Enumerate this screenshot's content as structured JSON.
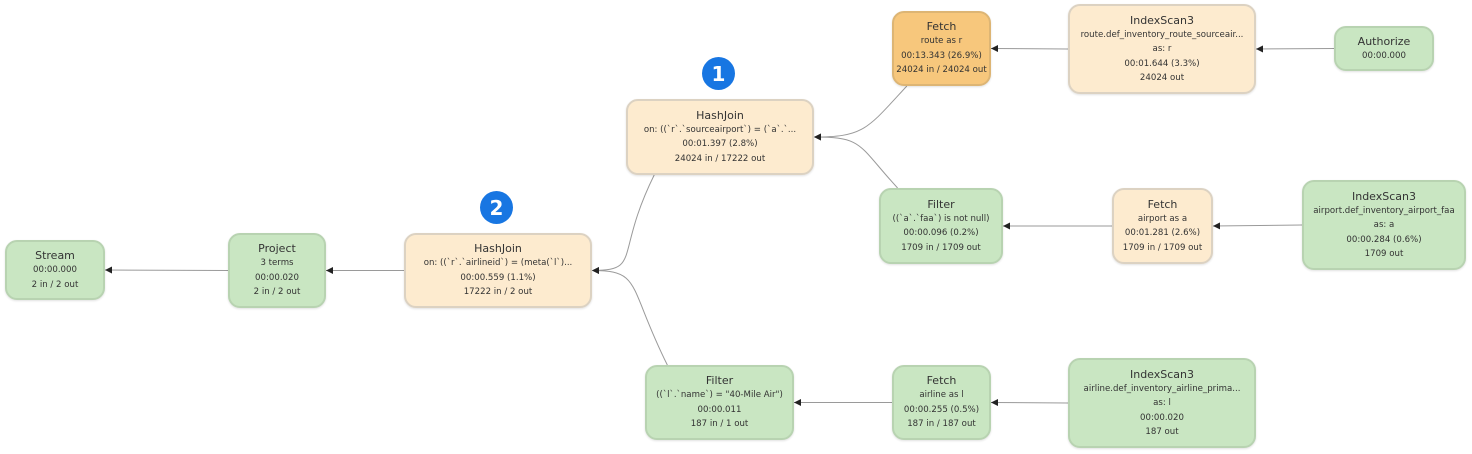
{
  "nodes": [
    {
      "id": "stream",
      "color": "green",
      "title": "Stream",
      "lines": [
        "00:00.000",
        "2 in / 2 out"
      ]
    },
    {
      "id": "project",
      "color": "green",
      "title": "Project",
      "lines": [
        "3 terms",
        "00:00.020",
        "2 in / 2 out"
      ]
    },
    {
      "id": "hashjoin2",
      "color": "cream",
      "title": "HashJoin",
      "lines": [
        "on: ((`r`.`airlineid`) = (meta(`l`)...",
        "00:00.559 (1.1%)",
        "17222 in / 2 out"
      ]
    },
    {
      "id": "hashjoin1",
      "color": "cream",
      "title": "HashJoin",
      "lines": [
        "on: ((`r`.`sourceairport`) = (`a`.`...",
        "00:01.397 (2.8%)",
        "24024 in / 17222 out"
      ]
    },
    {
      "id": "fetch-route",
      "color": "orange",
      "title": "Fetch",
      "lines": [
        "route as r",
        "00:13.343 (26.9%)",
        "24024 in / 24024 out"
      ]
    },
    {
      "id": "indexscan-route",
      "color": "cream",
      "title": "IndexScan3",
      "lines": [
        "route.def_inventory_route_sourceair...",
        "as: r",
        "00:01.644 (3.3%)",
        "24024 out"
      ]
    },
    {
      "id": "authorize",
      "color": "green",
      "title": "Authorize",
      "lines": [
        "00:00.000"
      ]
    },
    {
      "id": "filter-airport",
      "color": "green",
      "title": "Filter",
      "lines": [
        "((`a`.`faa`) is not null)",
        "00:00.096 (0.2%)",
        "1709 in / 1709 out"
      ]
    },
    {
      "id": "fetch-airport",
      "color": "cream",
      "title": "Fetch",
      "lines": [
        "airport as a",
        "00:01.281 (2.6%)",
        "1709 in / 1709 out"
      ]
    },
    {
      "id": "indexscan-airport",
      "color": "green",
      "title": "IndexScan3",
      "lines": [
        "airport.def_inventory_airport_faa",
        "as: a",
        "00:00.284 (0.6%)",
        "1709 out"
      ]
    },
    {
      "id": "filter-airline",
      "color": "green",
      "title": "Filter",
      "lines": [
        "((`l`.`name`) = \"40-Mile Air\")",
        "00:00.011",
        "187 in / 1 out"
      ]
    },
    {
      "id": "fetch-airline",
      "color": "green",
      "title": "Fetch",
      "lines": [
        "airline as l",
        "00:00.255 (0.5%)",
        "187 in / 187 out"
      ]
    },
    {
      "id": "indexscan-airline",
      "color": "green",
      "title": "IndexScan3",
      "lines": [
        "airline.def_inventory_airline_prima...",
        "as: l",
        "00:00.020",
        "187 out"
      ]
    }
  ],
  "edges": [
    {
      "from": "project",
      "to": "stream"
    },
    {
      "from": "hashjoin2",
      "to": "project"
    },
    {
      "from": "hashjoin1",
      "to": "hashjoin2"
    },
    {
      "from": "filter-airline",
      "to": "hashjoin2"
    },
    {
      "from": "fetch-route",
      "to": "hashjoin1"
    },
    {
      "from": "filter-airport",
      "to": "hashjoin1"
    },
    {
      "from": "indexscan-route",
      "to": "fetch-route"
    },
    {
      "from": "authorize",
      "to": "indexscan-route"
    },
    {
      "from": "fetch-airport",
      "to": "filter-airport"
    },
    {
      "from": "indexscan-airport",
      "to": "fetch-airport"
    },
    {
      "from": "fetch-airline",
      "to": "filter-airline"
    },
    {
      "from": "indexscan-airline",
      "to": "fetch-airline"
    }
  ],
  "badges": [
    {
      "id": "badge-1",
      "label": "1"
    },
    {
      "id": "badge-2",
      "label": "2"
    }
  ],
  "colors": {
    "green": "#c9e6c2",
    "cream": "#fdebcf",
    "orange": "#f7c77c",
    "badge": "#1876e2",
    "edge": "#9a9a9a"
  }
}
